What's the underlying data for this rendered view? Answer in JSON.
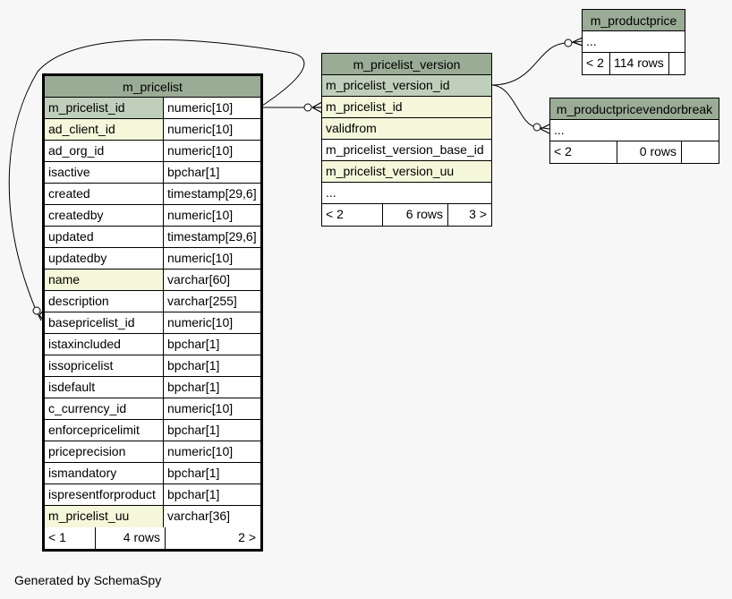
{
  "m_pricelist": {
    "name": "m_pricelist",
    "columns": [
      {
        "name": "m_pricelist_id",
        "type": "numeric[10]"
      },
      {
        "name": "ad_client_id",
        "type": "numeric[10]"
      },
      {
        "name": "ad_org_id",
        "type": "numeric[10]"
      },
      {
        "name": "isactive",
        "type": "bpchar[1]"
      },
      {
        "name": "created",
        "type": "timestamp[29,6]"
      },
      {
        "name": "createdby",
        "type": "numeric[10]"
      },
      {
        "name": "updated",
        "type": "timestamp[29,6]"
      },
      {
        "name": "updatedby",
        "type": "numeric[10]"
      },
      {
        "name": "name",
        "type": "varchar[60]"
      },
      {
        "name": "description",
        "type": "varchar[255]"
      },
      {
        "name": "basepricelist_id",
        "type": "numeric[10]"
      },
      {
        "name": "istaxincluded",
        "type": "bpchar[1]"
      },
      {
        "name": "issopricelist",
        "type": "bpchar[1]"
      },
      {
        "name": "isdefault",
        "type": "bpchar[1]"
      },
      {
        "name": "c_currency_id",
        "type": "numeric[10]"
      },
      {
        "name": "enforcepricelimit",
        "type": "bpchar[1]"
      },
      {
        "name": "priceprecision",
        "type": "numeric[10]"
      },
      {
        "name": "ismandatory",
        "type": "bpchar[1]"
      },
      {
        "name": "ispresentforproduct",
        "type": "bpchar[1]"
      },
      {
        "name": "m_pricelist_uu",
        "type": "varchar[36]"
      }
    ],
    "footer": {
      "parents": "< 1",
      "rows": "4 rows",
      "children": "2 >"
    }
  },
  "m_pricelist_version": {
    "name": "m_pricelist_version",
    "columns": [
      "m_pricelist_version_id",
      "m_pricelist_id",
      "validfrom",
      "m_pricelist_version_base_id",
      "m_pricelist_version_uu",
      "..."
    ],
    "footer": {
      "parents": "< 2",
      "rows": "6 rows",
      "children": "3 >"
    }
  },
  "m_productprice": {
    "name": "m_productprice",
    "columns": [
      "..."
    ],
    "footer": {
      "parents": "< 2",
      "rows": "114 rows",
      "children": ""
    }
  },
  "m_productpricevendorbreak": {
    "name": "m_productpricevendorbreak",
    "columns": [
      "..."
    ],
    "footer": {
      "parents": "< 2",
      "rows": "0 rows",
      "children": ""
    }
  },
  "generated_by": "Generated by SchemaSpy"
}
